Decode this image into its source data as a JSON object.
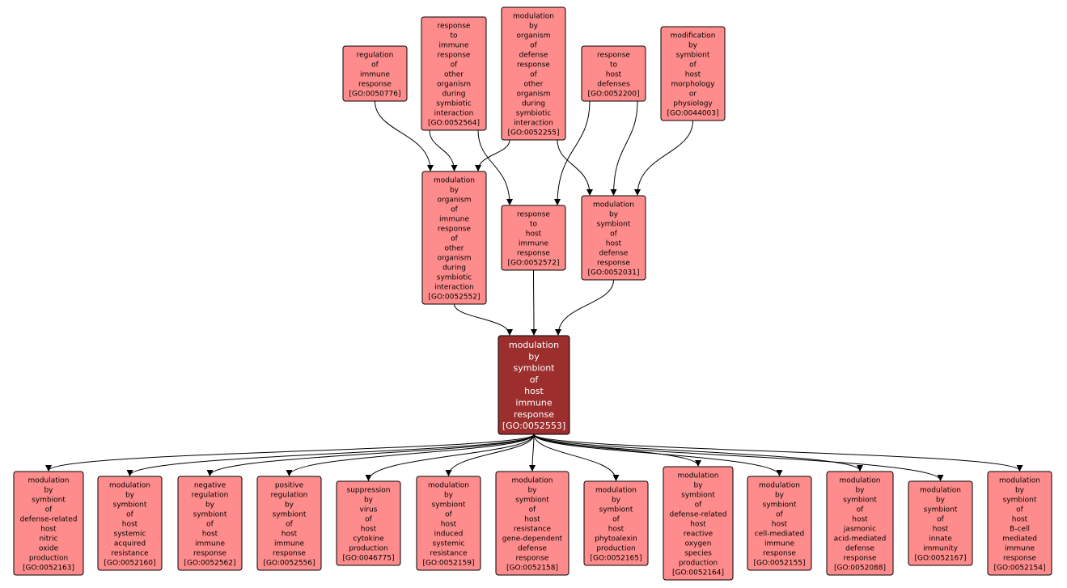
{
  "colors": {
    "node_fill": "#ff8c8c",
    "focus_fill": "#9c2e2e",
    "edge": "#000000",
    "background": "#ffffff"
  },
  "nodes": [
    {
      "id": "GO:0050776",
      "lines": [
        "regulation",
        "of",
        "immune",
        "response",
        "[GO:0050776]"
      ]
    },
    {
      "id": "GO:0052564",
      "lines": [
        "response",
        "to",
        "immune",
        "response",
        "of",
        "other",
        "organism",
        "during",
        "symbiotic",
        "interaction",
        "[GO:0052564]"
      ]
    },
    {
      "id": "GO:0052255",
      "lines": [
        "modulation",
        "by",
        "organism",
        "of",
        "defense",
        "response",
        "of",
        "other",
        "organism",
        "during",
        "symbiotic",
        "interaction",
        "[GO:0052255]"
      ]
    },
    {
      "id": "GO:0052200",
      "lines": [
        "response",
        "to",
        "host",
        "defenses",
        "[GO:0052200]"
      ]
    },
    {
      "id": "GO:0044003",
      "lines": [
        "modification",
        "by",
        "symbiont",
        "of",
        "host",
        "morphology",
        "or",
        "physiology",
        "[GO:0044003]"
      ]
    },
    {
      "id": "GO:0052552",
      "lines": [
        "modulation",
        "by",
        "organism",
        "of",
        "immune",
        "response",
        "of",
        "other",
        "organism",
        "during",
        "symbiotic",
        "interaction",
        "[GO:0052552]"
      ]
    },
    {
      "id": "GO:0052572",
      "lines": [
        "response",
        "to",
        "host",
        "immune",
        "response",
        "[GO:0052572]"
      ]
    },
    {
      "id": "GO:0052031",
      "lines": [
        "modulation",
        "by",
        "symbiont",
        "of",
        "host",
        "defense",
        "response",
        "[GO:0052031]"
      ]
    },
    {
      "id": "GO:0052553",
      "focus": true,
      "lines": [
        "modulation",
        "by",
        "symbiont",
        "of",
        "host",
        "immune",
        "response",
        "[GO:0052553]"
      ]
    },
    {
      "id": "GO:0052163",
      "lines": [
        "modulation",
        "by",
        "symbiont",
        "of",
        "defense-related",
        "host",
        "nitric",
        "oxide",
        "production",
        "[GO:0052163]"
      ]
    },
    {
      "id": "GO:0052160",
      "lines": [
        "modulation",
        "by",
        "symbiont",
        "of",
        "host",
        "systemic",
        "acquired",
        "resistance",
        "[GO:0052160]"
      ]
    },
    {
      "id": "GO:0052562",
      "lines": [
        "negative",
        "regulation",
        "by",
        "symbiont",
        "of",
        "host",
        "immune",
        "response",
        "[GO:0052562]"
      ]
    },
    {
      "id": "GO:0052556",
      "lines": [
        "positive",
        "regulation",
        "by",
        "symbiont",
        "of",
        "host",
        "immune",
        "response",
        "[GO:0052556]"
      ]
    },
    {
      "id": "GO:0046775",
      "lines": [
        "suppression",
        "by",
        "virus",
        "of",
        "host",
        "cytokine",
        "production",
        "[GO:0046775]"
      ]
    },
    {
      "id": "GO:0052159",
      "lines": [
        "modulation",
        "by",
        "symbiont",
        "of",
        "host",
        "induced",
        "systemic",
        "resistance",
        "[GO:0052159]"
      ]
    },
    {
      "id": "GO:0052158",
      "lines": [
        "modulation",
        "by",
        "symbiont",
        "of",
        "host",
        "resistance",
        "gene-dependent",
        "defense",
        "response",
        "[GO:0052158]"
      ]
    },
    {
      "id": "GO:0052165",
      "lines": [
        "modulation",
        "by",
        "symbiont",
        "of",
        "host",
        "phytoalexin",
        "production",
        "[GO:0052165]"
      ]
    },
    {
      "id": "GO:0052164",
      "lines": [
        "modulation",
        "by",
        "symbiont",
        "of",
        "defense-related",
        "host",
        "reactive",
        "oxygen",
        "species",
        "production",
        "[GO:0052164]"
      ]
    },
    {
      "id": "GO:0052155",
      "lines": [
        "modulation",
        "by",
        "symbiont",
        "of",
        "host",
        "cell-mediated",
        "immune",
        "response",
        "[GO:0052155]"
      ]
    },
    {
      "id": "GO:0052088",
      "lines": [
        "modulation",
        "by",
        "symbiont",
        "of",
        "host",
        "jasmonic",
        "acid-mediated",
        "defense",
        "response",
        "[GO:0052088]"
      ]
    },
    {
      "id": "GO:0052167",
      "lines": [
        "modulation",
        "by",
        "symbiont",
        "of",
        "host",
        "innate",
        "immunity",
        "[GO:0052167]"
      ]
    },
    {
      "id": "GO:0052154",
      "lines": [
        "modulation",
        "by",
        "symbiont",
        "of",
        "host",
        "B-cell",
        "mediated",
        "immune",
        "response",
        "[GO:0052154]"
      ]
    }
  ],
  "edges": [
    {
      "from": "GO:0050776",
      "to": "GO:0052552"
    },
    {
      "from": "GO:0052564",
      "to": "GO:0052552"
    },
    {
      "from": "GO:0052255",
      "to": "GO:0052552"
    },
    {
      "from": "GO:0052564",
      "to": "GO:0052572"
    },
    {
      "from": "GO:0052200",
      "to": "GO:0052572"
    },
    {
      "from": "GO:0052255",
      "to": "GO:0052031"
    },
    {
      "from": "GO:0052200",
      "to": "GO:0052031"
    },
    {
      "from": "GO:0044003",
      "to": "GO:0052031"
    },
    {
      "from": "GO:0052552",
      "to": "GO:0052553"
    },
    {
      "from": "GO:0052572",
      "to": "GO:0052553"
    },
    {
      "from": "GO:0052031",
      "to": "GO:0052553"
    },
    {
      "from": "GO:0052553",
      "to": "GO:0052163"
    },
    {
      "from": "GO:0052553",
      "to": "GO:0052160"
    },
    {
      "from": "GO:0052553",
      "to": "GO:0052562"
    },
    {
      "from": "GO:0052553",
      "to": "GO:0052556"
    },
    {
      "from": "GO:0052553",
      "to": "GO:0046775"
    },
    {
      "from": "GO:0052553",
      "to": "GO:0052159"
    },
    {
      "from": "GO:0052553",
      "to": "GO:0052158"
    },
    {
      "from": "GO:0052553",
      "to": "GO:0052165"
    },
    {
      "from": "GO:0052553",
      "to": "GO:0052164"
    },
    {
      "from": "GO:0052553",
      "to": "GO:0052155"
    },
    {
      "from": "GO:0052553",
      "to": "GO:0052088"
    },
    {
      "from": "GO:0052553",
      "to": "GO:0052167"
    },
    {
      "from": "GO:0052553",
      "to": "GO:0052154"
    }
  ]
}
